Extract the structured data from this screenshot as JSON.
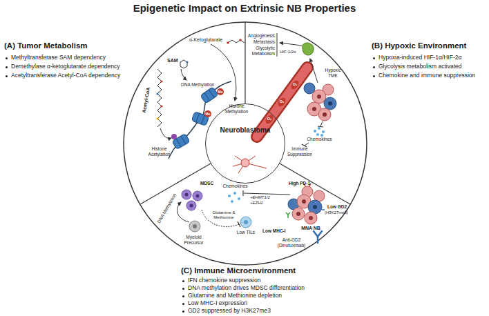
{
  "diagram": {
    "title": "Epigenetic Impact on Extrinsic NB Properties",
    "nodes": [
      {
        "text": [
          "Neuroblastoma"
        ]
      }
    ],
    "labels": [
      "(A) Tumor Metabolism",
      "Methyltransferase SAM dependency",
      "Demethylase α-ketoglutarate dependency",
      "Acetyltransferase Acetyl-CoA dependency",
      "(B) Hypoxic Environment",
      "Hypoxia-induced HIF-1α/HIF-2α",
      "Glycolysis metabolism activated",
      "Chemokine and immune suppression",
      "(C) Immune Microenvironment",
      "IFN chemokine suppression",
      "DNA methylation drives MDSC differentiation",
      "Glutamine and Methionine depletion",
      "Low MHC-I expression",
      "GD2 suppressed by H3K27me3",
      "α-Ketoglutarate",
      "SAM",
      "DNA Methylation",
      "Histone Methylation",
      "Acetyl-CoA",
      "Histone Acetylation",
      "Me",
      "Me",
      "HIF-1/2α",
      "Angiogenesis",
      "Metastasis",
      "Glycolytic Metabolism",
      "Hypoxic TME",
      "O₂",
      "O₂",
      "O₂",
      "Chemokines",
      "Immune Suppression",
      "MDSC",
      "Chemokines",
      "+EHMT1/2",
      "+EZH2",
      "DNA Methylation",
      "Myeloid Precursor",
      "Glutamine & Methionine",
      "Low TILs",
      "Low MHC-I",
      "High PD-1",
      "Low GD2",
      "(H3K27me3)",
      "MNA NB",
      "Anti-GD2 (Dinutuximab)"
    ]
  }
}
